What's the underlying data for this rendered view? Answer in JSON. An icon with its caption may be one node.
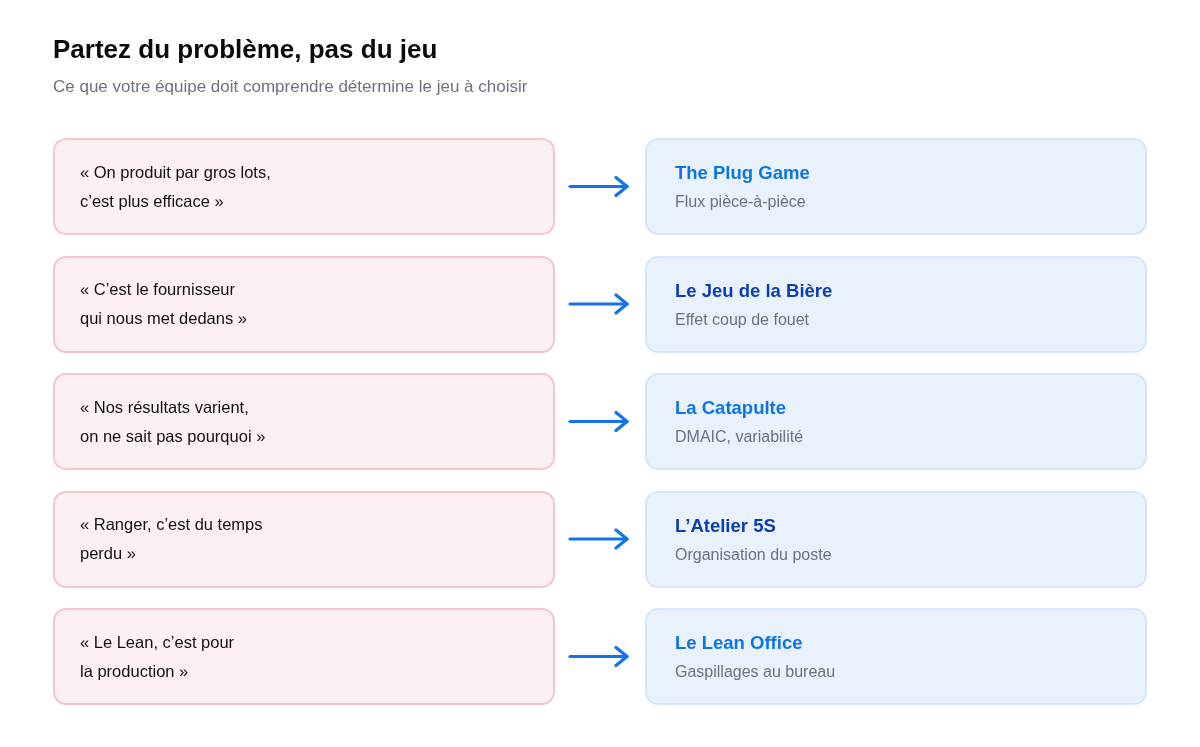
{
  "diagram": {
    "title": "Partez du problème, pas du jeu",
    "nodes": [
      {
        "text": [
          "« On produit par gros lots, c’est plus efficace »"
        ]
      },
      {
        "text": [
          "The Plug Game",
          "Flux pièce-à-pièce"
        ]
      },
      {
        "text": [
          "« C’est le fournisseur qui nous met dedans »"
        ]
      },
      {
        "text": [
          "Le Jeu de la Bière",
          "Effet coup de fouet"
        ]
      },
      {
        "text": [
          "« Nos résultats varient, on ne sait pas pourquoi »"
        ]
      },
      {
        "text": [
          "La Catapulte",
          "DMAIC, variabilité"
        ]
      },
      {
        "text": [
          "« Ranger, c’est du temps perdu »"
        ]
      },
      {
        "text": [
          "L’Atelier 5S",
          "Organisation du poste"
        ]
      },
      {
        "text": [
          "« Le Lean, c’est pour la production »"
        ]
      },
      {
        "text": [
          "Le Lean Office",
          "Gaspillages au bureau"
        ]
      }
    ],
    "edges": [
      {
        "from": 0,
        "to": 1,
        "arrow": "to"
      },
      {
        "from": 2,
        "to": 3,
        "arrow": "to"
      },
      {
        "from": 4,
        "to": 5,
        "arrow": "to"
      },
      {
        "from": 6,
        "to": 7,
        "arrow": "to"
      },
      {
        "from": 8,
        "to": 9,
        "arrow": "to"
      }
    ],
    "labels": [
      "Ce que votre équipe doit comprendre détermine le jeu à choisir"
    ]
  }
}
